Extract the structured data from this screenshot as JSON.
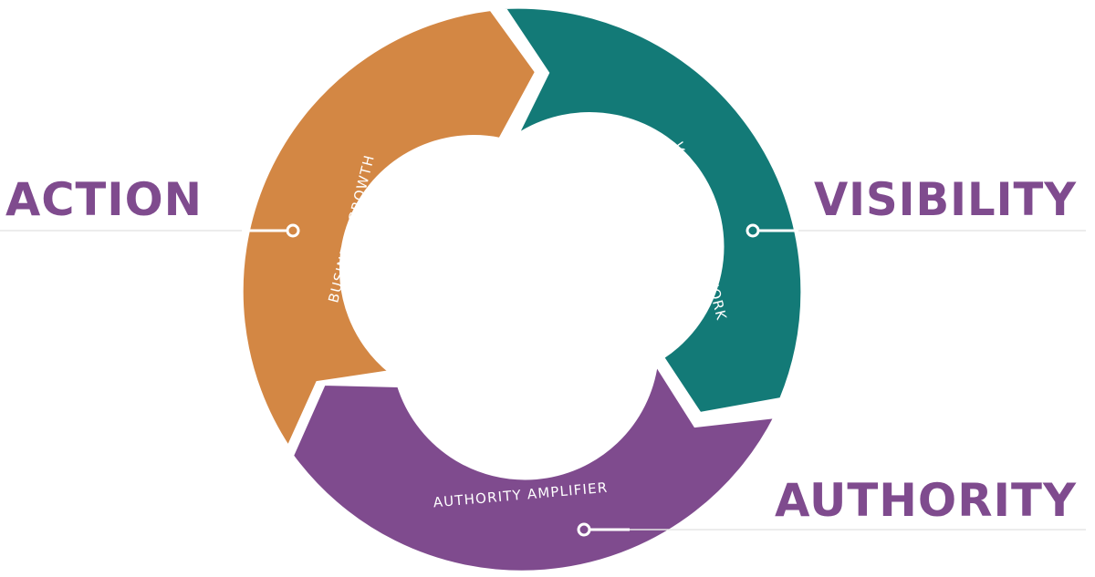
{
  "colors": {
    "action": "#d38744",
    "visibility": "#137a77",
    "authority": "#7f4b8e",
    "label_purple": "#7f4b8e",
    "segment_text": "#ffffff",
    "connector": "#ffffff",
    "guide_line": "#e6e6e6",
    "gap": "#ffffff"
  },
  "labels": {
    "action": "ACTION",
    "visibility": "VISIBILITY",
    "authority": "AUTHORITY"
  },
  "segments": {
    "business_growth": "BUSINESS GROWTH",
    "visibility_framework": "VISIBILITY FRAMEWORK",
    "authority_amplifier": "AUTHORITY AMPLIFIER"
  }
}
